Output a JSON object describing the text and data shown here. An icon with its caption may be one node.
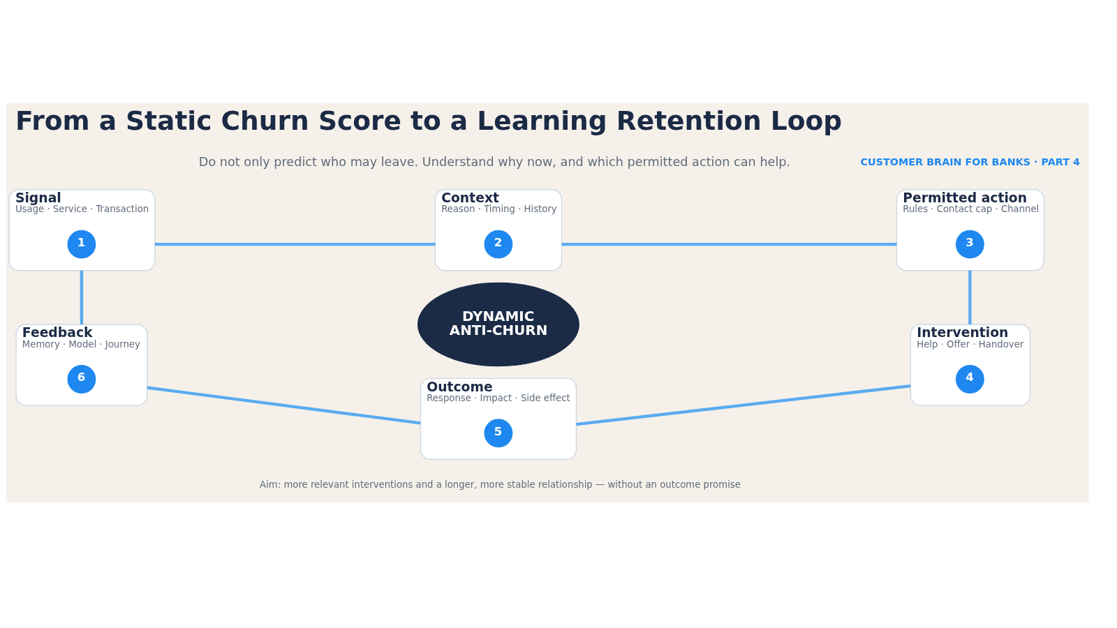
{
  "diagram": {
    "title": "From a Static Churn Score to a Learning Retention Loop",
    "nodes": [
      {
        "text": [
          "Signal",
          "Usage · Service · Transaction"
        ]
      },
      {
        "text": [
          "1"
        ],
        "in": 0
      },
      {
        "text": [
          "Context",
          "Reason · Timing · History"
        ]
      },
      {
        "text": [
          "2"
        ],
        "in": 2
      },
      {
        "text": [
          "Permitted action",
          "Rules · Contact cap · Channel"
        ]
      },
      {
        "text": [
          "3"
        ],
        "in": 4
      },
      {
        "text": [
          "DYNAMIC ANTI-CHURN"
        ]
      },
      {
        "text": [
          "Feedback",
          "Memory · Model · Journey"
        ]
      },
      {
        "text": [
          "6"
        ],
        "in": 7
      },
      {
        "text": [
          "Outcome",
          "Response · Impact · Side effect"
        ]
      },
      {
        "text": [
          "5"
        ],
        "in": 9
      },
      {
        "text": [
          "Intervention",
          "Help · Offer · Handover"
        ]
      },
      {
        "text": [
          "4"
        ],
        "in": 11
      }
    ],
    "edges": [
      {
        "from": 0,
        "to": 2,
        "arrow": "none"
      },
      {
        "from": 2,
        "to": 4,
        "arrow": "none"
      },
      {
        "from": 4,
        "to": 11,
        "arrow": "none"
      },
      {
        "from": 11,
        "to": 9,
        "arrow": "none"
      },
      {
        "from": 9,
        "to": 7,
        "arrow": "none"
      },
      {
        "from": 7,
        "to": 0,
        "arrow": "none"
      }
    ],
    "labels": [
      "CUSTOMER BRAIN FOR BANKS · PART 4",
      "Do not only predict who may leave. Understand why now, and which permitted action can help.",
      "Aim: more relevant interventions and a longer, more stable relationship — without an outcome promise"
    ]
  }
}
